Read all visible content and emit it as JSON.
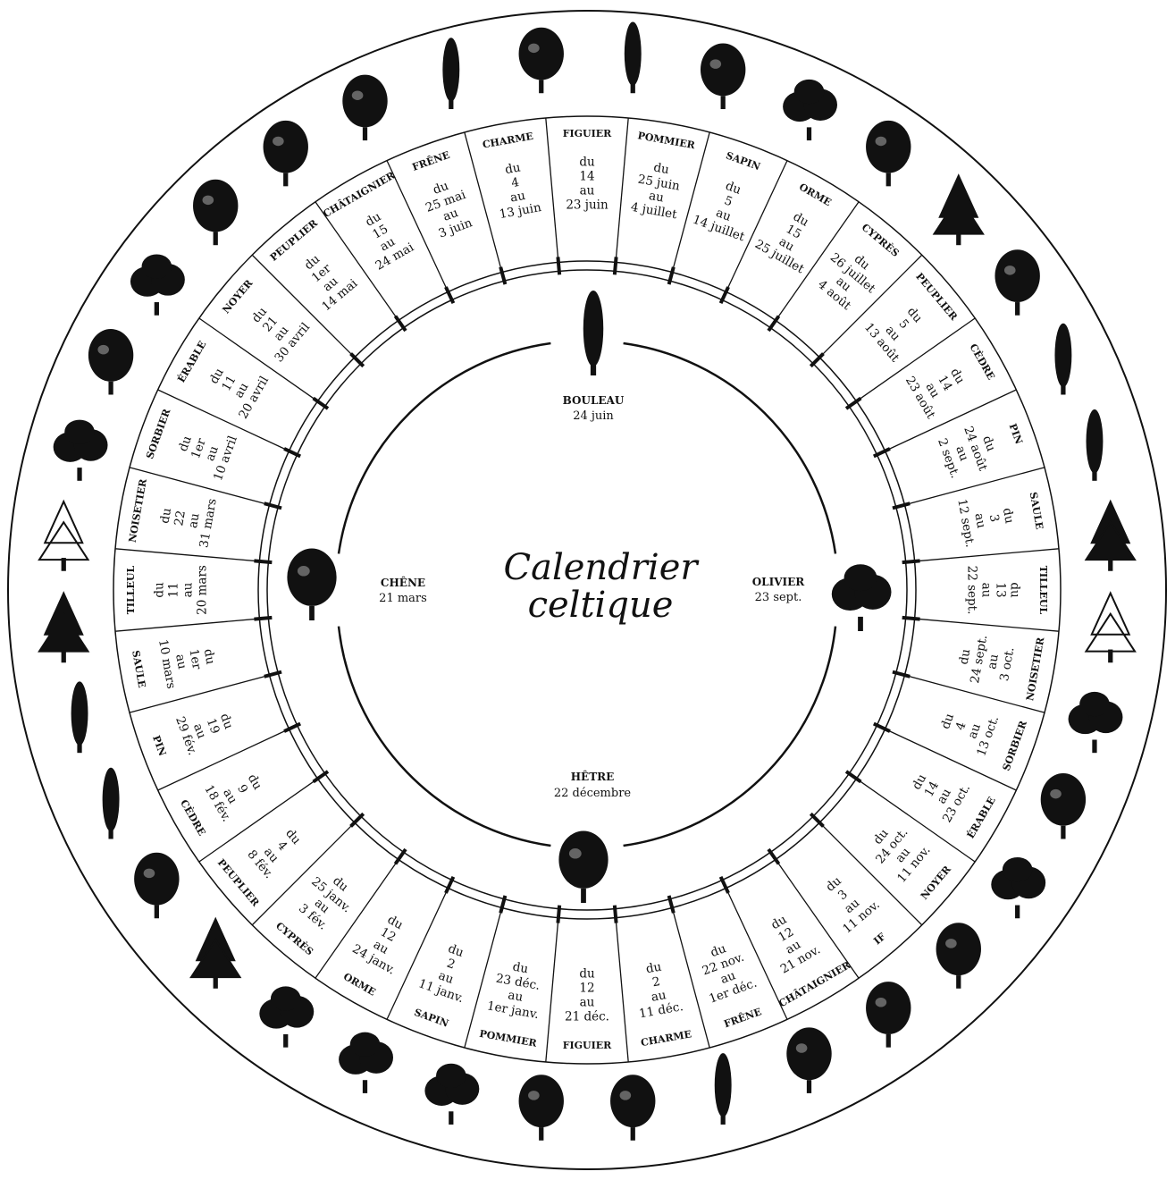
{
  "title": {
    "line1": "Calendrier",
    "line2": "celtique"
  },
  "cardinal_trees": [
    {
      "key": "top",
      "name": "BOULEAU",
      "date": "24 juin",
      "icon": "birch-tree-icon"
    },
    {
      "key": "right",
      "name": "OLIVIER",
      "date": "23 sept.",
      "icon": "olive-tree-icon"
    },
    {
      "key": "bottom",
      "name": "HÊTRE",
      "date": "22 décembre",
      "icon": "beech-tree-icon"
    },
    {
      "key": "left",
      "name": "CHÊNE",
      "date": "21 mars",
      "icon": "oak-tree-icon"
    }
  ],
  "segments": [
    {
      "name": "FIGUIER",
      "lines": [
        "du",
        "14",
        "au",
        "23 juin"
      ]
    },
    {
      "name": "POMMIER",
      "lines": [
        "du",
        "25 juin",
        "au",
        "4 juillet"
      ]
    },
    {
      "name": "SAPIN",
      "lines": [
        "du",
        "5",
        "au",
        "14 juillet"
      ]
    },
    {
      "name": "ORME",
      "lines": [
        "du",
        "15",
        "au",
        "25 juillet"
      ]
    },
    {
      "name": "CYPRÈS",
      "lines": [
        "du",
        "26 juillet",
        "au",
        "4 août"
      ]
    },
    {
      "name": "PEUPLIER",
      "lines": [
        "du",
        "5",
        "au",
        "13 août"
      ]
    },
    {
      "name": "CÈDRE",
      "lines": [
        "du",
        "14",
        "au",
        "23 août"
      ]
    },
    {
      "name": "PIN",
      "lines": [
        "du",
        "24 août",
        "au",
        "2 sept."
      ]
    },
    {
      "name": "SAULE",
      "lines": [
        "du",
        "3",
        "au",
        "12 sept."
      ]
    },
    {
      "name": "TILLEUL",
      "lines": [
        "du",
        "13",
        "au",
        "22 sept."
      ]
    },
    {
      "name": "NOISETIER",
      "lines": [
        "du",
        "24 sept.",
        "au",
        "3 oct."
      ]
    },
    {
      "name": "SORBIER",
      "lines": [
        "du",
        "4",
        "au",
        "13 oct."
      ]
    },
    {
      "name": "ÉRABLE",
      "lines": [
        "du",
        "14",
        "au",
        "23 oct."
      ]
    },
    {
      "name": "NOYER",
      "lines": [
        "du",
        "24 oct.",
        "au",
        "11 nov."
      ]
    },
    {
      "name": "IF",
      "lines": [
        "du",
        "3",
        "au",
        "11 nov."
      ]
    },
    {
      "name": "CHÂTAIGNIER",
      "lines": [
        "du",
        "12",
        "au",
        "21 nov."
      ]
    },
    {
      "name": "FRÊNE",
      "lines": [
        "du",
        "22 nov.",
        "au",
        "1er déc."
      ]
    },
    {
      "name": "CHARME",
      "lines": [
        "du",
        "2",
        "au",
        "11 déc."
      ]
    },
    {
      "name": "FIGUIER",
      "lines": [
        "du",
        "12",
        "au",
        "21 déc."
      ]
    },
    {
      "name": "POMMIER",
      "lines": [
        "du",
        "23 déc.",
        "au",
        "1er janv."
      ]
    },
    {
      "name": "SAPIN",
      "lines": [
        "du",
        "2",
        "au",
        "11 janv."
      ]
    },
    {
      "name": "ORME",
      "lines": [
        "du",
        "12",
        "au",
        "24 janv."
      ]
    },
    {
      "name": "CYPRÈS",
      "lines": [
        "du",
        "25 janv.",
        "au",
        "3 fév."
      ]
    },
    {
      "name": "PEUPLIER",
      "lines": [
        "du",
        "4",
        "au",
        "8 fév."
      ]
    },
    {
      "name": "CÈDRE",
      "lines": [
        "du",
        "9",
        "au",
        "18 fév."
      ]
    },
    {
      "name": "PIN",
      "lines": [
        "du",
        "19",
        "au",
        "29 fév."
      ]
    },
    {
      "name": "SAULE",
      "lines": [
        "du",
        "1er",
        "au",
        "10 mars"
      ]
    },
    {
      "name": "TILLEUL",
      "lines": [
        "du",
        "11",
        "au",
        "20 mars"
      ]
    },
    {
      "name": "NOISETIER",
      "lines": [
        "du",
        "22",
        "au",
        "31 mars"
      ]
    },
    {
      "name": "SORBIER",
      "lines": [
        "du",
        "1er",
        "au",
        "10 avril"
      ]
    },
    {
      "name": "ÉRABLE",
      "lines": [
        "du",
        "11",
        "au",
        "20 avril"
      ]
    },
    {
      "name": "NOYER",
      "lines": [
        "du",
        "21",
        "au",
        "30 avril"
      ]
    },
    {
      "name": "PEUPLIER",
      "lines": [
        "du",
        "1er",
        "au",
        "14 mai"
      ]
    },
    {
      "name": "CHÂTAIGNIER",
      "lines": [
        "du",
        "15",
        "au",
        "24 mai"
      ]
    },
    {
      "name": "FRÊNE",
      "lines": [
        "du",
        "25 mai",
        "au",
        "3 juin"
      ]
    },
    {
      "name": "CHARME",
      "lines": [
        "du",
        "4",
        "au",
        "13 juin"
      ]
    }
  ],
  "outer_trees": [
    "cypress-tree-icon",
    "rounded-tree-icon",
    "broad-tree-icon",
    "rounded-tree-icon",
    "conifer-tree-icon",
    "rounded-tree-icon",
    "cypress-tree-icon",
    "cypress-tree-icon",
    "conifer-tree-icon",
    "pine-tree-icon",
    "broad-tree-icon",
    "rounded-tree-icon",
    "broad-tree-icon",
    "rounded-tree-icon",
    "rounded-tree-icon",
    "rounded-tree-icon",
    "cypress-tree-icon",
    "rounded-tree-icon",
    "rounded-tree-icon",
    "broad-tree-icon",
    "broad-tree-icon",
    "broad-tree-icon",
    "conifer-tree-icon",
    "rounded-tree-icon",
    "cypress-tree-icon",
    "cypress-tree-icon",
    "conifer-tree-icon",
    "pine-tree-icon",
    "broad-tree-icon",
    "rounded-tree-icon",
    "broad-tree-icon",
    "rounded-tree-icon",
    "rounded-tree-icon",
    "rounded-tree-icon",
    "cypress-tree-icon",
    "rounded-tree-icon"
  ],
  "colors": {
    "ink": "#111111",
    "paper": "#ffffff"
  }
}
